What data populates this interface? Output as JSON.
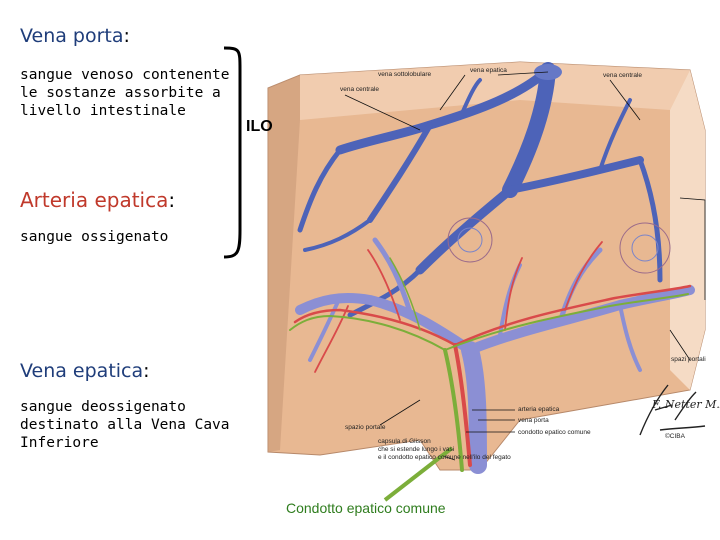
{
  "left_panel": {
    "vena_porta": {
      "title": "Vena porta",
      "desc": [
        "sangue venoso contenente",
        "le sostanze assorbite a",
        "livello intestinale"
      ]
    },
    "arteria_epatica": {
      "title": "Arteria epatica",
      "desc": [
        "sangue ossigenato"
      ]
    },
    "vena_epatica": {
      "title": "Vena epatica",
      "desc": [
        "sangue deossigenato",
        "destinato alla Vena Cava",
        "Inferiore"
      ]
    },
    "colon": ":",
    "ilo": "ILO"
  },
  "illustration": {
    "labels": {
      "vena_sottolobulare": "vena sottolobulare",
      "vena_epatica_top": "vena epatica",
      "vena_centrale_left": "vena centrale",
      "vena_centrale_right": "vena centrale",
      "spazi_portali": "spazi portali",
      "arteria_epatica": "arteria epatica",
      "vena_porta": "vena porta",
      "condotto_epatico_comune": "condotto epatico comune",
      "spazio_portale": "spazio portale",
      "capsula": [
        "capsula di Glisson",
        "che si estende lungo i vasi",
        "e il condotto epatico comune nell'ilo del fegato"
      ]
    },
    "signature": "F. Netter M.D.",
    "copyright": "©CIBA"
  },
  "caption": "Condotto epatico comune",
  "colors": {
    "title_blue": "#1f3d7a",
    "title_red": "#c0392b",
    "liver": "#e6b48e",
    "portal_vein": "#6f82c9",
    "hepatic_vein": "#4d63b8",
    "artery": "#d94a4a",
    "duct": "#7cae3a",
    "caption_green": "#2f7d1e"
  }
}
